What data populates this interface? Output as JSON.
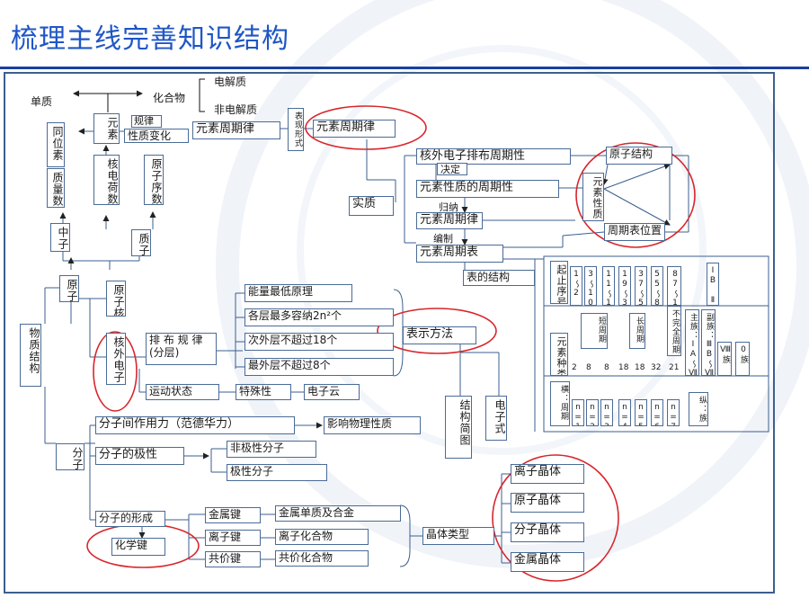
{
  "title": "梳理主线完善知识结构",
  "top": {
    "single": "单质",
    "compound": "化合物",
    "electrolyte": "电解质",
    "nonelectrolyte": "非电解质"
  },
  "left": {
    "isotope": "同位素",
    "element": "元素",
    "mass_number": "质量数",
    "nuclear_charge": "核电荷数",
    "atomic_number": "原子序数",
    "neutron": "中子",
    "proton": "质子",
    "atom": "原子",
    "nucleus": "原子核",
    "electron": "核外电子",
    "matter": "物质结构",
    "molecule": "分子"
  },
  "law": {
    "rule_label": "规律",
    "property_change": "性质变化",
    "periodic_law": "元素周期律",
    "expression": "表现形式",
    "periodic_law2": "元素周期律",
    "essence": "实质"
  },
  "right_chain": {
    "e_arrangement": "核外电子排布周期性",
    "decide": "决定",
    "prop_period": "元素性质的周期性",
    "induce": "归纳",
    "law3": "元素周期律",
    "compile": "编制",
    "table": "元素周期表",
    "structure": "表的结构"
  },
  "triangle": {
    "atomic_structure": "原子结构",
    "element_property": "元素性质",
    "table_position": "周期表位置"
  },
  "ptable": {
    "start_order": "起止序号",
    "ranges": [
      "1～2",
      "3～10",
      "11～18",
      "19～36",
      "37～54",
      "55～86",
      "87～111"
    ],
    "group_top": "ⅠB  ⅡB",
    "short_period": "短周期",
    "long_period": "长周期",
    "incomplete": "不完全周期",
    "kinds_label": "元素种类",
    "counts": [
      "2",
      "8",
      "8",
      "18",
      "18",
      "32",
      "21"
    ],
    "main_group": "主族：ⅠA～ⅦA",
    "sub_group": "副族：ⅢB～ⅦB、ⅠB ⅡB",
    "group8": "Ⅷ族",
    "group0": "0族",
    "row_label": "横：周期",
    "ns": [
      "n=1",
      "n=2",
      "n=3",
      "n=4",
      "n=5",
      "n=6",
      "n=7"
    ],
    "col_label": "纵：族"
  },
  "electron_rules": {
    "label": "排 布 规 律 (分层)",
    "r1": "能量最低原理",
    "r2": "各层最多容纳2n²个",
    "r3": "次外层不超过18个",
    "r4": "最外层不超过8个",
    "motion": "运动状态",
    "special": "特殊性",
    "cloud": "电子云",
    "represent": "表示方法",
    "diagram": "结构简图",
    "formula": "电子式"
  },
  "molecule_part": {
    "force": "分子间作用力（范德华力）",
    "influence": "影响物理性质",
    "polarity": "分子的极性",
    "nonpolar": "非极性分子",
    "polar": "极性分子",
    "formation": "分子的形成",
    "chem_bond": "化学键",
    "metal_bond": "金属键",
    "ionic_bond": "离子键",
    "covalent_bond": "共价键",
    "metal_alloy": "金属单质及合金",
    "ionic_compound": "离子化合物",
    "covalent_compound": "共价化合物",
    "crystal_type": "晶体类型",
    "crystals": [
      "离子晶体",
      "原子晶体",
      "分子晶体",
      "金属晶体"
    ]
  }
}
